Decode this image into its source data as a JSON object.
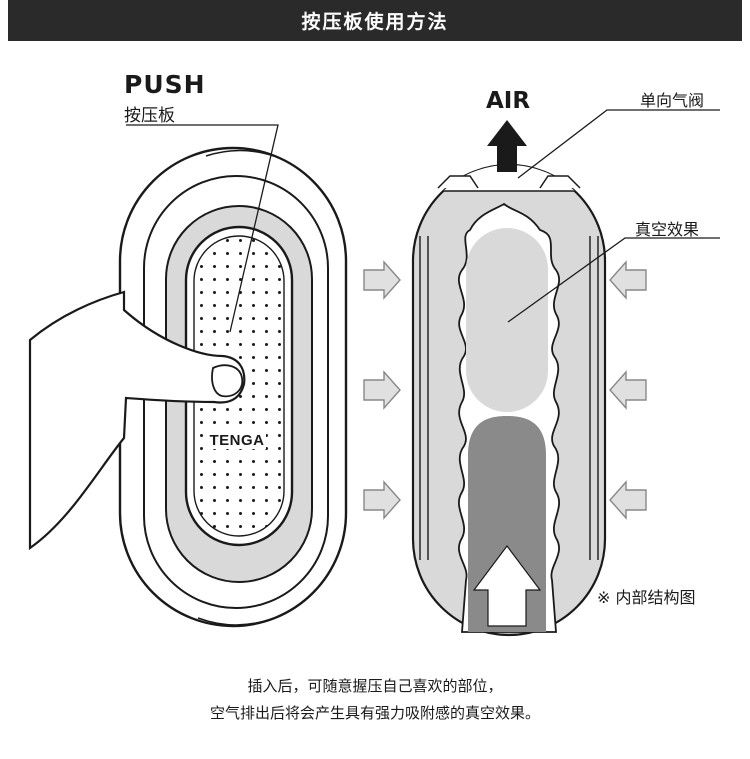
{
  "header": {
    "title": "按压板使用方法"
  },
  "left_diagram": {
    "push_label": "PUSH",
    "push_sublabel": "按压板",
    "brand_logo": "TENGA"
  },
  "right_diagram": {
    "air_label": "AIR",
    "valve_label": "单向气阀",
    "vacuum_label": "真空效果",
    "structure_note": "※ 内部结构图"
  },
  "caption": {
    "line1": "插入后，可随意握压自己喜欢的部位，",
    "line2": "空气排出后将会产生具有强力吸附感的真空效果。"
  },
  "colors": {
    "header_bg": "#2a2a2a",
    "body_gray": "#d9d9d9",
    "dark_gray": "#8a8a8a",
    "arrow_fill": "#e0e0e0"
  }
}
